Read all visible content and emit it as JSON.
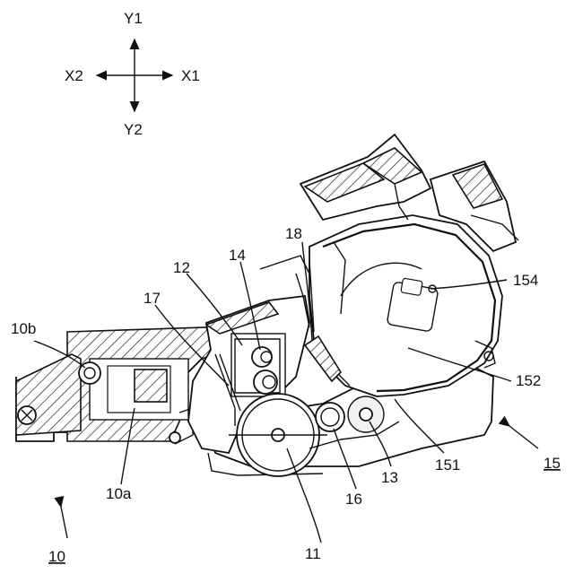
{
  "axes": {
    "y_up": "Y1",
    "y_down": "Y2",
    "x_left": "X2",
    "x_right": "X1"
  },
  "labels": {
    "l10b": "10b",
    "l10a": "10a",
    "l10": "10",
    "l12": "12",
    "l14": "14",
    "l17": "17",
    "l18": "18",
    "l11": "11",
    "l16": "16",
    "l13": "13",
    "l151": "151",
    "l152": "152",
    "l154": "154",
    "l15": "15"
  }
}
